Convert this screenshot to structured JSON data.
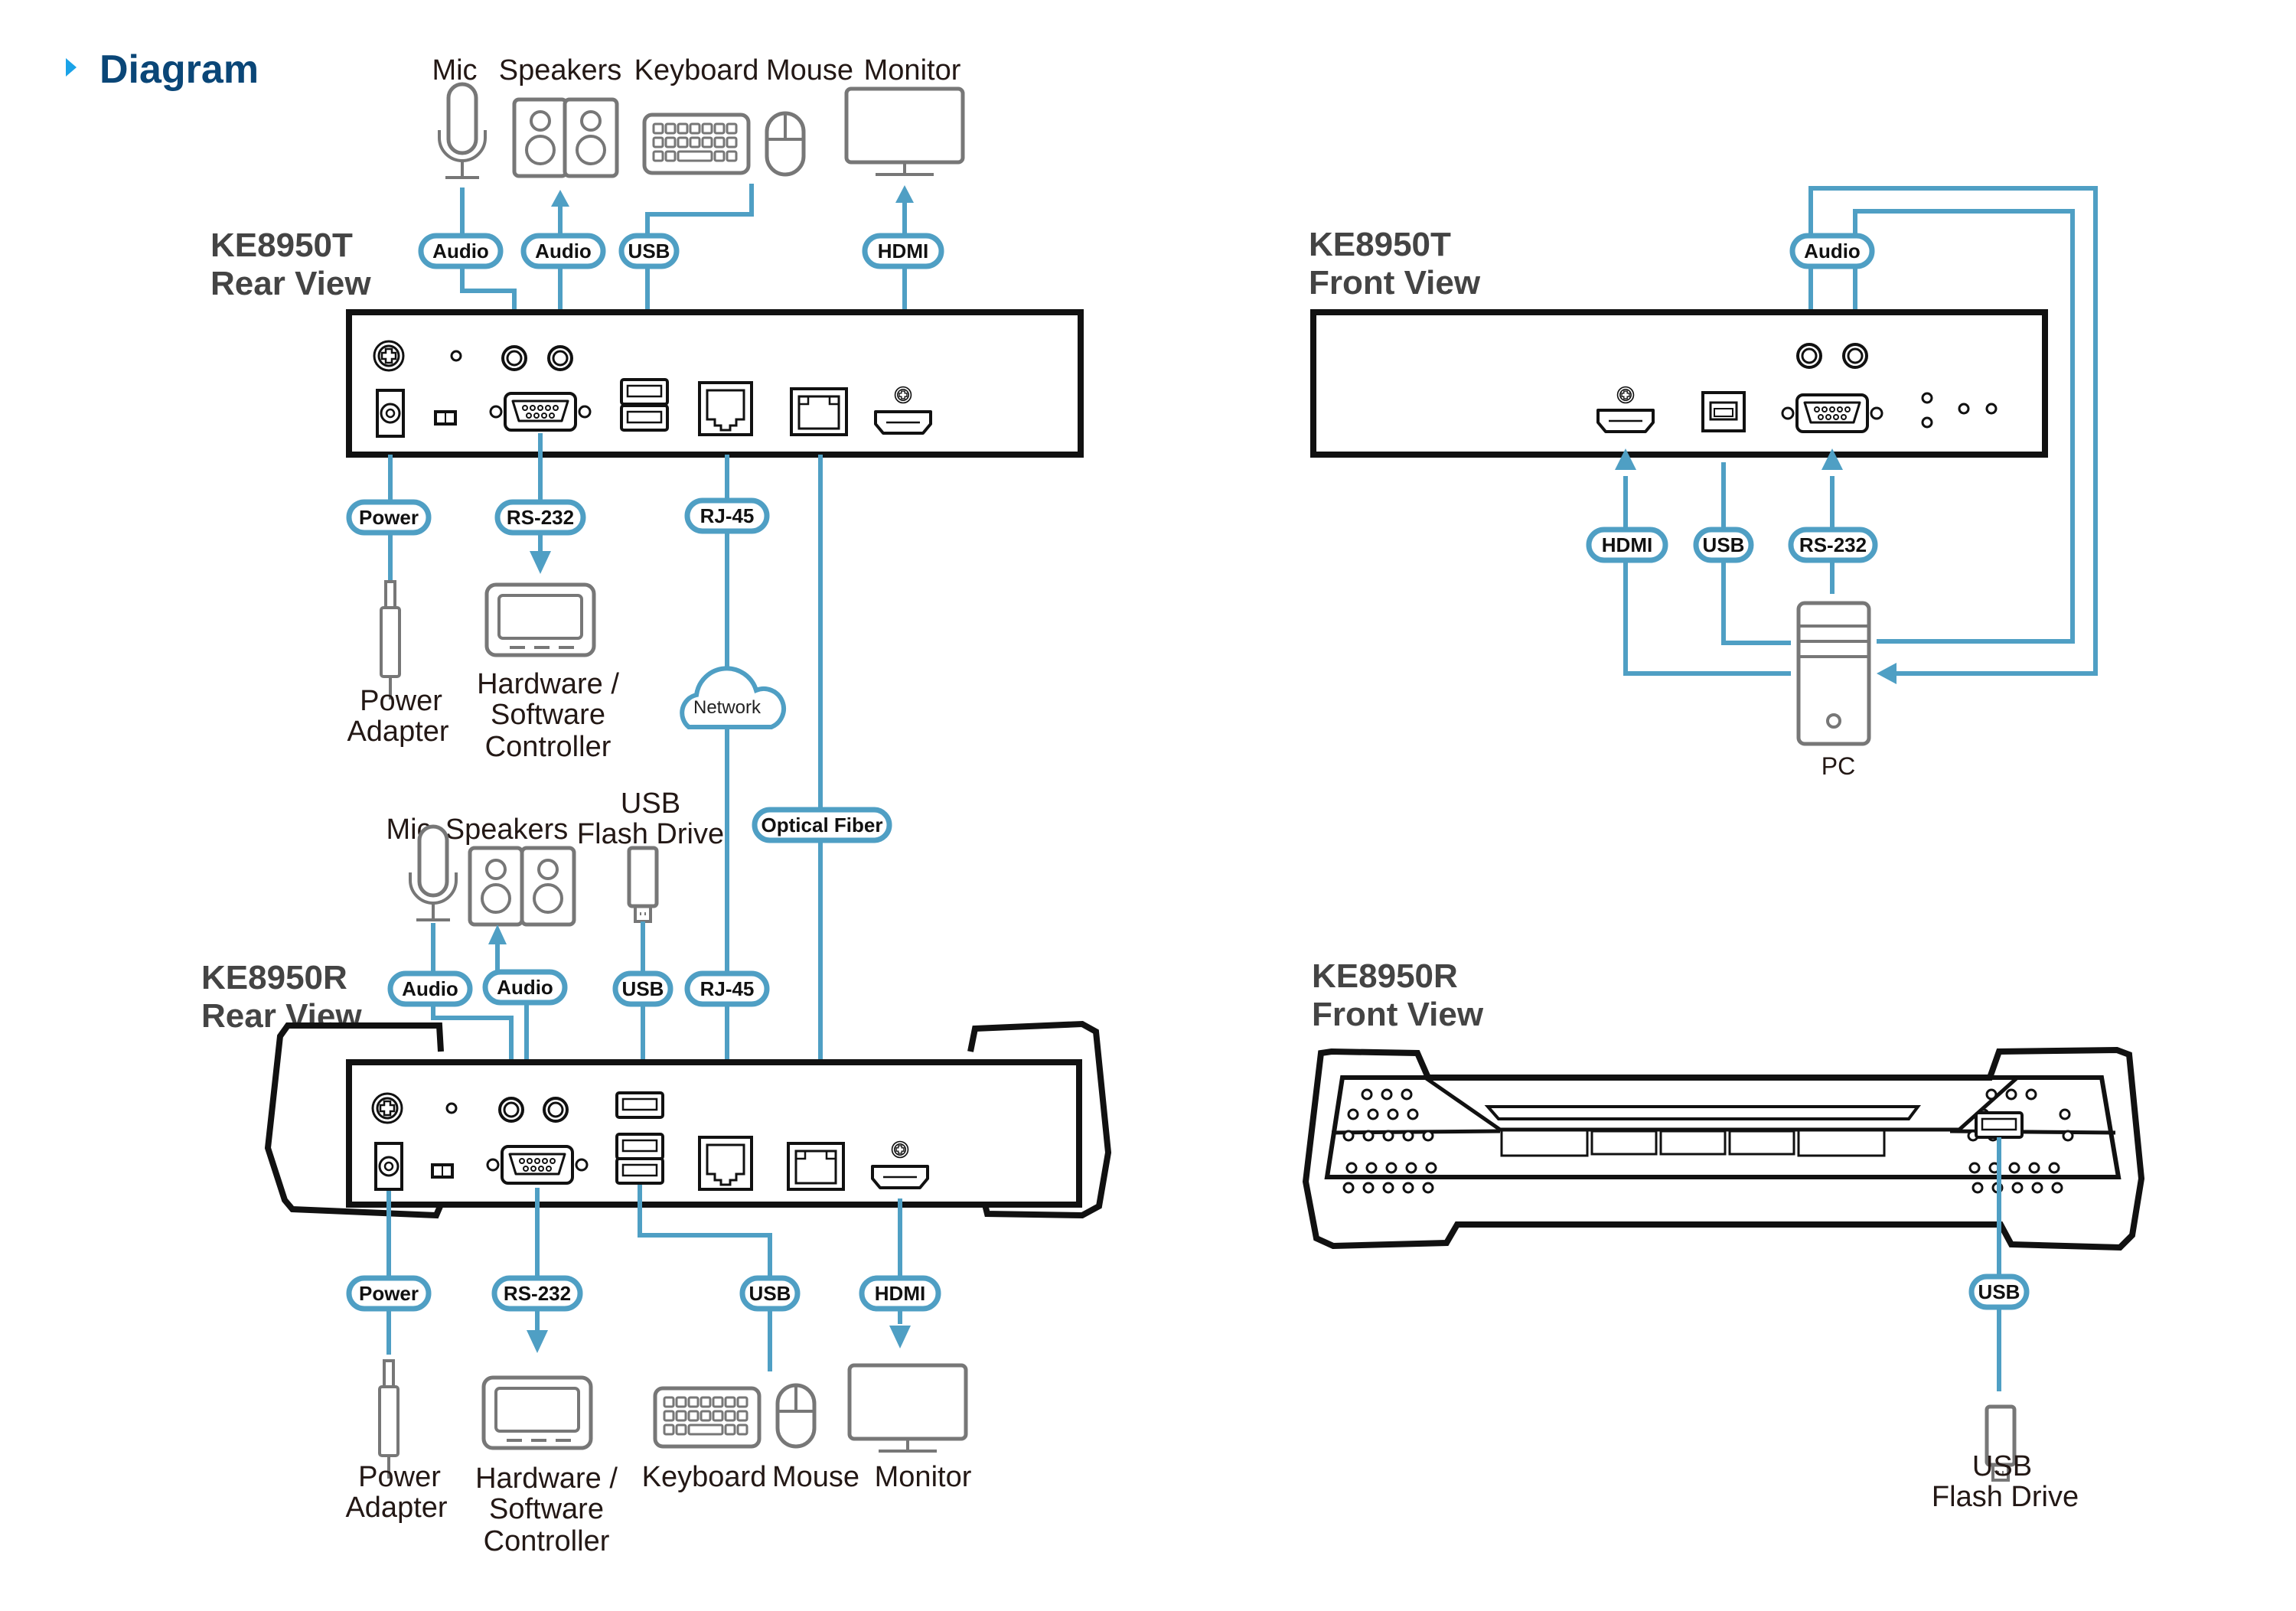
{
  "header": {
    "title": "Diagram",
    "bullet_color": "#1aa3e8",
    "title_color": "#0a4677"
  },
  "colors": {
    "connector": "#4f9fc4",
    "device_outline": "#111111",
    "peripheral_outline": "#777777"
  },
  "views": {
    "t_rear": {
      "model": "KE8950T",
      "view": "Rear View"
    },
    "t_front": {
      "model": "KE8950T",
      "view": "Front View"
    },
    "r_rear": {
      "model": "KE8950R",
      "view": "Rear View"
    },
    "r_front": {
      "model": "KE8950R",
      "view": "Front View"
    }
  },
  "t_rear_top_devices": {
    "mic": "Mic",
    "speakers": "Speakers",
    "keyboard": "Keyboard",
    "mouse": "Mouse",
    "monitor": "Monitor"
  },
  "t_rear_top_cables": {
    "audio_in": "Audio",
    "audio_out": "Audio",
    "usb": "USB",
    "hdmi": "HDMI"
  },
  "t_rear_bottom_cables": {
    "power": "Power",
    "rs232": "RS-232",
    "rj45": "RJ-45"
  },
  "t_rear_bottom_devices": {
    "power_adapter_l1": "Power",
    "power_adapter_l2": "Adapter",
    "controller_l1": "Hardware /",
    "controller_l2": "Software",
    "controller_l3": "Controller"
  },
  "link": {
    "network": "Network",
    "optical_fiber": "Optical Fiber"
  },
  "r_rear_top_devices": {
    "mic": "Mic",
    "speakers": "Speakers",
    "usb_flash_l1": "USB",
    "usb_flash_l2": "Flash Drive"
  },
  "r_rear_top_cables": {
    "audio_in": "Audio",
    "audio_out": "Audio",
    "usb": "USB",
    "rj45": "RJ-45"
  },
  "r_rear_bottom_cables": {
    "power": "Power",
    "rs232": "RS-232",
    "usb": "USB",
    "hdmi": "HDMI"
  },
  "r_rear_bottom_devices": {
    "power_adapter_l1": "Power",
    "power_adapter_l2": "Adapter",
    "controller_l1": "Hardware /",
    "controller_l2": "Software",
    "controller_l3": "Controller",
    "keyboard": "Keyboard",
    "mouse": "Mouse",
    "monitor": "Monitor"
  },
  "t_front_cables": {
    "audio": "Audio",
    "hdmi": "HDMI",
    "usb": "USB",
    "rs232": "RS-232"
  },
  "t_front_devices": {
    "pc": "PC"
  },
  "r_front_cables": {
    "usb": "USB"
  },
  "r_front_devices": {
    "usb_flash_l1": "USB",
    "usb_flash_l2": "Flash Drive"
  }
}
